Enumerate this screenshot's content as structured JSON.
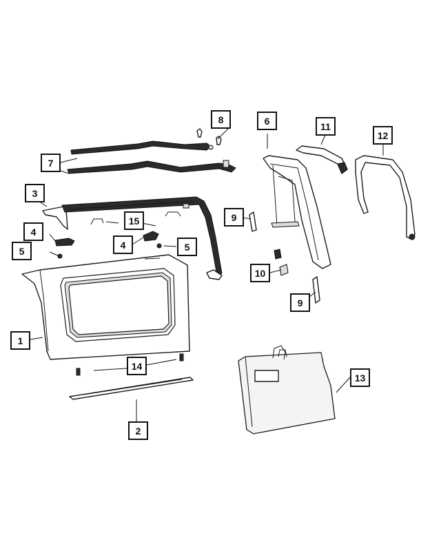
{
  "callouts": [
    {
      "id": "c1",
      "label": "1"
    },
    {
      "id": "c2",
      "label": "2"
    },
    {
      "id": "c3",
      "label": "3"
    },
    {
      "id": "c4a",
      "label": "4"
    },
    {
      "id": "c4b",
      "label": "4"
    },
    {
      "id": "c5a",
      "label": "5"
    },
    {
      "id": "c5b",
      "label": "5"
    },
    {
      "id": "c6",
      "label": "6"
    },
    {
      "id": "c7",
      "label": "7"
    },
    {
      "id": "c8",
      "label": "8"
    },
    {
      "id": "c9a",
      "label": "9"
    },
    {
      "id": "c9b",
      "label": "9"
    },
    {
      "id": "c10",
      "label": "10"
    },
    {
      "id": "c11",
      "label": "11"
    },
    {
      "id": "c12",
      "label": "12"
    },
    {
      "id": "c13",
      "label": "13"
    },
    {
      "id": "c14",
      "label": "14"
    },
    {
      "id": "c15",
      "label": "15"
    }
  ]
}
